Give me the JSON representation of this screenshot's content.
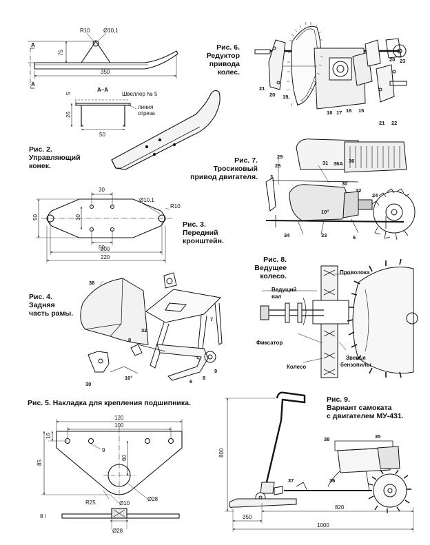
{
  "captions": {
    "fig2": [
      "Рис. 2.",
      "Управляющий",
      "конек."
    ],
    "fig3": [
      "Рис. 3.",
      "Передний",
      "кронштейн."
    ],
    "fig4": [
      "Рис. 4.",
      "Задняя",
      "часть рамы."
    ],
    "fig5": "Рис. 5. Накладка для крепления подшипника.",
    "fig6": [
      "Рис. 6.",
      "Редуктор",
      "привода",
      "колес."
    ],
    "fig7": [
      "Рис. 7.",
      "Тросиковый",
      "привод двигателя."
    ],
    "fig8": [
      "Рис. 8.",
      "Ведущее",
      "колесо."
    ],
    "fig9": [
      "Рис. 9.",
      "Вариант самоката",
      "с двигателем МУ-431."
    ]
  },
  "fig2": {
    "r10": "R10",
    "d10_1": "Ø10,1",
    "a_top": "A",
    "a_bot": "A",
    "h75": "75",
    "l350": "350",
    "section": "А–А",
    "channel": "Швеллер № 5",
    "line1": "линия",
    "line2": "отреза",
    "t5": "5",
    "h26": "26",
    "w50": "50"
  },
  "fig3": {
    "w30": "30",
    "d10_1": "Ø10,1",
    "r10": "R10",
    "h50": "50",
    "v30": "30",
    "w50": "50",
    "w200": "200",
    "w220": "220"
  },
  "fig4": {
    "p38": "38",
    "p32": "32",
    "p8a": "8",
    "p30": "30",
    "p7": "7",
    "p6": "6",
    "p8b": "8",
    "p9": "9",
    "angle": "10°"
  },
  "fig5": {
    "w120": "120",
    "w100": "100",
    "h16": "16",
    "p9": "9",
    "h85": "85",
    "h60": "60",
    "r25": "R25",
    "d10": "Ø10",
    "d28a": "Ø28",
    "t8": "8",
    "d28b": "Ø28"
  },
  "fig6": {
    "p20a": "20",
    "p23": "23",
    "p21a": "21",
    "p20b": "20",
    "p19": "19",
    "p18": "18",
    "p17": "17",
    "p16": "16",
    "p15": "15",
    "p21b": "21",
    "p22": "22"
  },
  "fig7": {
    "p29": "29",
    "p28": "28",
    "p31": "31",
    "p36a": "36А",
    "p36": "36",
    "p3": "3",
    "p30": "30",
    "p32": "32",
    "p24": "24",
    "angle": "10°",
    "p34": "34",
    "p33": "33",
    "p6": "6"
  },
  "fig8": {
    "wire": "Проволока",
    "shaft1": "Ведущий",
    "shaft2": "вал",
    "lock": "Фиксатор",
    "wheel": "Колесо",
    "links1": "Звенья",
    "links2": "бензопилы"
  },
  "fig9": {
    "h800": "800",
    "p38": "38",
    "p35": "35",
    "p37": "37",
    "p36": "36",
    "w820": "820",
    "w350": "350",
    "w1000": "1000"
  }
}
